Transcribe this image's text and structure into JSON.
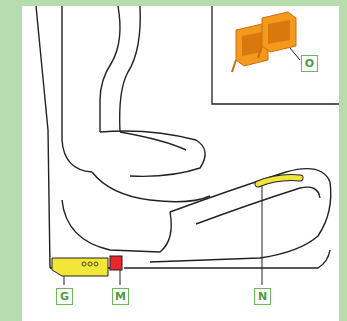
{
  "diagram": {
    "nodes": [
      {
        "text": [
          "O"
        ]
      },
      {
        "text": [
          "G"
        ]
      },
      {
        "text": [
          "M"
        ]
      },
      {
        "text": [
          "N"
        ]
      }
    ]
  }
}
